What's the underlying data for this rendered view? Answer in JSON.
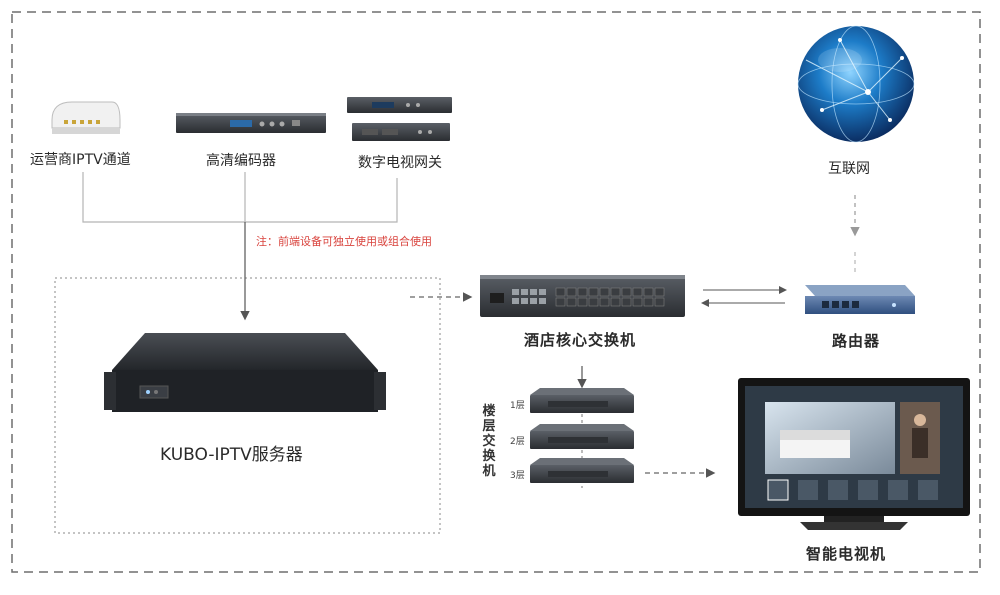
{
  "labels": {
    "carrier_iptv": "运营商IPTV通道",
    "hd_encoder": "高清编码器",
    "digital_tv_gateway": "数字电视网关",
    "internet": "互联网",
    "note": "注：前端设备可独立使用或组合使用",
    "core_switch": "酒店核心交换机",
    "router": "路由器",
    "server": "KUBO-IPTV服务器",
    "floor_switch": "楼层交换机",
    "smart_tv": "智能电视机"
  },
  "floors": [
    "1层",
    "2层",
    "3层"
  ],
  "colors": {
    "frame_dash": "#6e6e6e",
    "connector": "#b5b5b5",
    "arrow": "#555555",
    "note_red": "#d9443e",
    "globe": "#1a6fb5"
  }
}
